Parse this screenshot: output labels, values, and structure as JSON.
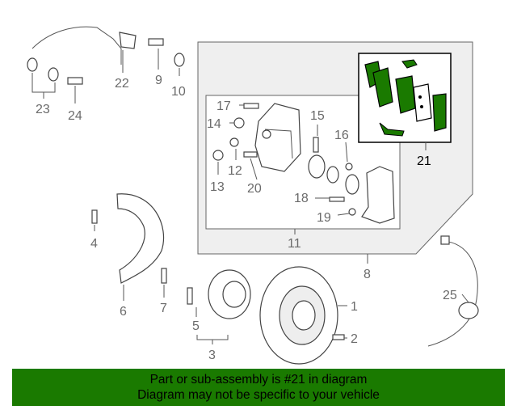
{
  "diagram": {
    "callouts": {
      "c1": "1",
      "c2": "2",
      "c3": "3",
      "c4": "4",
      "c5": "5",
      "c6": "6",
      "c7": "7",
      "c8": "8",
      "c9": "9",
      "c10": "10",
      "c11": "11",
      "c12": "12",
      "c13": "13",
      "c14": "14",
      "c15": "15",
      "c16": "16",
      "c17": "17",
      "c18": "18",
      "c19": "19",
      "c20": "20",
      "c21": "21",
      "c22": "22",
      "c23": "23",
      "c24": "24",
      "c25": "25"
    },
    "highlight_color": "#1a7a00",
    "highlighted_part": "21"
  },
  "banner": {
    "line1": "Part or sub-assembly is #21 in diagram",
    "line2": "Diagram may not be specific to your vehicle",
    "background": "#1a7a00"
  }
}
